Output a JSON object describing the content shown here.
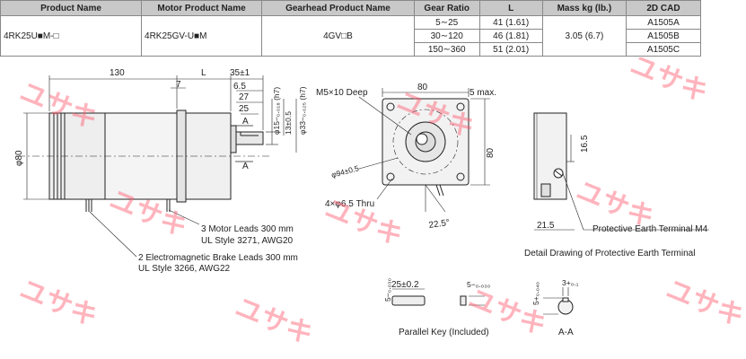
{
  "table": {
    "headers": [
      "Product Name",
      "Motor Product Name",
      "Gearhead Product Name",
      "Gear Ratio",
      "L",
      "Mass kg (lb.)",
      "2D CAD"
    ],
    "product_name": "4RK25U■M-□",
    "motor_product_name": "4RK25GV-U■M",
    "gearhead_product_name": "4GV□B",
    "mass": "3.05 (6.7)",
    "rows": [
      {
        "gear_ratio": "5∼25",
        "l": "41 (1.61)",
        "cad": "A1505A"
      },
      {
        "gear_ratio": "30∼120",
        "l": "46 (1.81)",
        "cad": "A1505B"
      },
      {
        "gear_ratio": "150∼360",
        "l": "51 (2.01)",
        "cad": "A1505C"
      }
    ]
  },
  "drawing": {
    "dim_130": "130",
    "dim_L": "L",
    "dim_35": "35±1",
    "dim_7": "7",
    "dim_6_5": "6.5",
    "dim_27": "27",
    "dim_25": "25",
    "section_a_top": "A",
    "section_a_bottom": "A",
    "phi80": "φ80",
    "shaft_dia": "φ15−₀.₀₁₈ (h7)",
    "boss_dia": "φ33−₀.₀₂₅ (h7)",
    "dim_13": "13±0.5",
    "m5_label": "M5×10 Deep",
    "front_80_top": "80",
    "front_80_side": "80",
    "max_5": "5 max.",
    "phi94": "φ94±0.5",
    "holes": "4×φ6.5 Thru",
    "angle": "22.5°",
    "motor_leads_1": "3 Motor Leads 300 mm",
    "motor_leads_2": "UL Style 3271, AWG20",
    "brake_leads_1": "2 Electromagnetic Brake Leads 300 mm",
    "brake_leads_2": "UL Style 3266, AWG22",
    "dim_16_5": "16.5",
    "dim_21_5": "21.5",
    "pe_terminal": "Protective Earth Terminal M4",
    "pe_detail": "Detail Drawing of Protective Earth Terminal",
    "key_25": "25±0.2",
    "key_5a": "5−₀.₀₃₀",
    "key_5b": "5−₀.₀₃₀",
    "key_5c": "5+₀.₀₄₀",
    "key_3": "3+₀.₁",
    "parallel_key": "Parallel Key (Included)",
    "section_aa": "A-A"
  },
  "watermark_text": "ユサキ",
  "colors": {
    "watermark": "#ff5a6e",
    "header_bg": "#c8c8c8"
  }
}
